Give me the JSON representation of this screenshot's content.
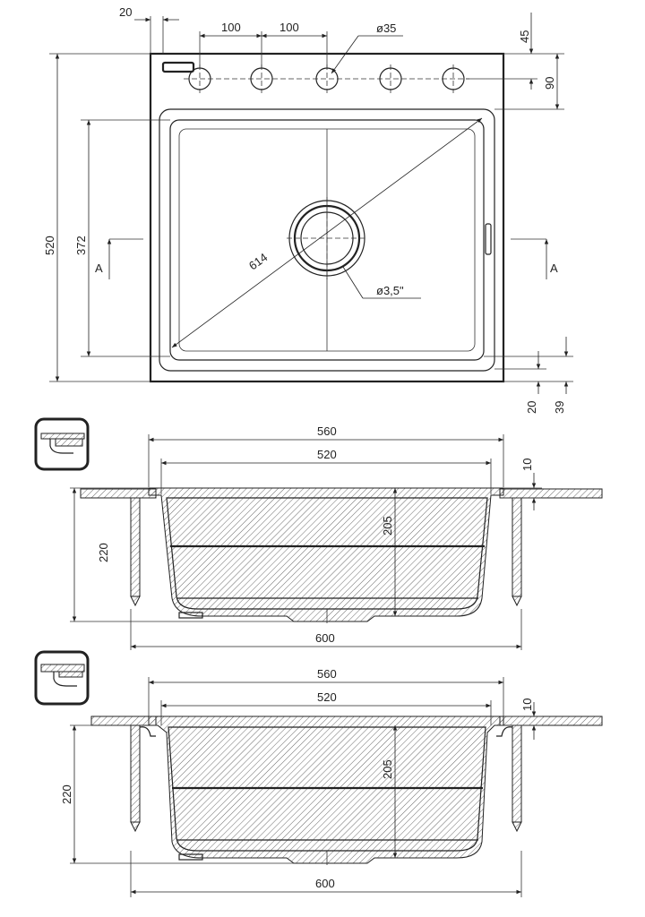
{
  "plan": {
    "dims": {
      "offset_left": "20",
      "spacing_1": "100",
      "spacing_2": "100",
      "hole_diameter": "ø35",
      "top_offset": "45",
      "top_band": "90",
      "overall_height": "520",
      "bowl_height": "372",
      "diagonal": "614",
      "drain": "ø3,5\"",
      "bottom_1": "20",
      "bottom_2": "39"
    },
    "section_marker_left": "A",
    "section_marker_right": "A"
  },
  "section_1": {
    "dims": {
      "top_width": "560",
      "inner_width": "520",
      "depth": "205",
      "overall_depth": "220",
      "rim": "10",
      "cutout": "600"
    }
  },
  "section_2": {
    "dims": {
      "top_width": "560",
      "inner_width": "520",
      "depth": "205",
      "overall_depth": "220",
      "rim": "10",
      "cutout": "600"
    }
  }
}
